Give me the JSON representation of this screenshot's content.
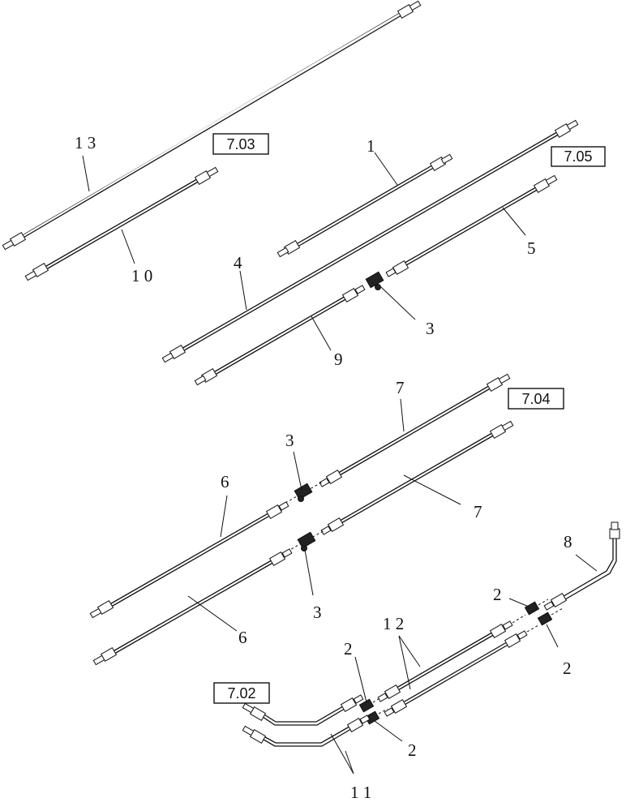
{
  "diagram": {
    "reference_boxes": [
      "7.03",
      "7.05",
      "7.04",
      "7.02"
    ],
    "callouts": {
      "l13": "1 3",
      "l10": "1 0",
      "l1": "1",
      "l4": "4",
      "l5": "5",
      "l3a": "3",
      "l9": "9",
      "l7a": "7",
      "l3b": "3",
      "l6a": "6",
      "l7b": "7",
      "l3c": "3",
      "l6b": "6",
      "l8": "8",
      "l2a": "2",
      "l12": "1 2",
      "l2b": "2",
      "l2c": "2",
      "l2d": "2",
      "l11": "1 1"
    }
  }
}
